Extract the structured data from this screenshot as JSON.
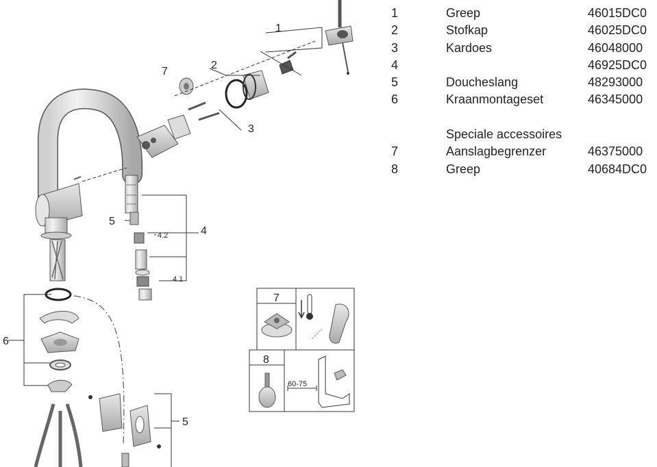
{
  "parts_list": [
    {
      "num": "1",
      "name": "Greep",
      "code": "46015DC0"
    },
    {
      "num": "2",
      "name": "Stofkap",
      "code": "46025DC0"
    },
    {
      "num": "3",
      "name": "Kardoes",
      "code": "46048000"
    },
    {
      "num": "4",
      "name": "",
      "code": "46925DC0"
    },
    {
      "num": "5",
      "name": "Doucheslang",
      "code": "48293000"
    },
    {
      "num": "6",
      "name": "Kraanmontageset",
      "code": "46345000"
    }
  ],
  "accessories_heading": "Speciale accessoires",
  "accessories": [
    {
      "num": "7",
      "name": "Aanslagbegrenzer",
      "code": "46375000"
    },
    {
      "num": "8",
      "name": "Greep",
      "code": "40684DC0"
    }
  ],
  "callouts": {
    "c1": "1",
    "c2": "2",
    "c3": "3",
    "c4": "4",
    "c4_1": "4.1",
    "c4_2": "4.2",
    "c5a": "5",
    "c5b": "5",
    "c6": "6",
    "c7": "7"
  },
  "inset": {
    "box7_label": "7",
    "box8_label": "8",
    "dimension": "60-75"
  }
}
